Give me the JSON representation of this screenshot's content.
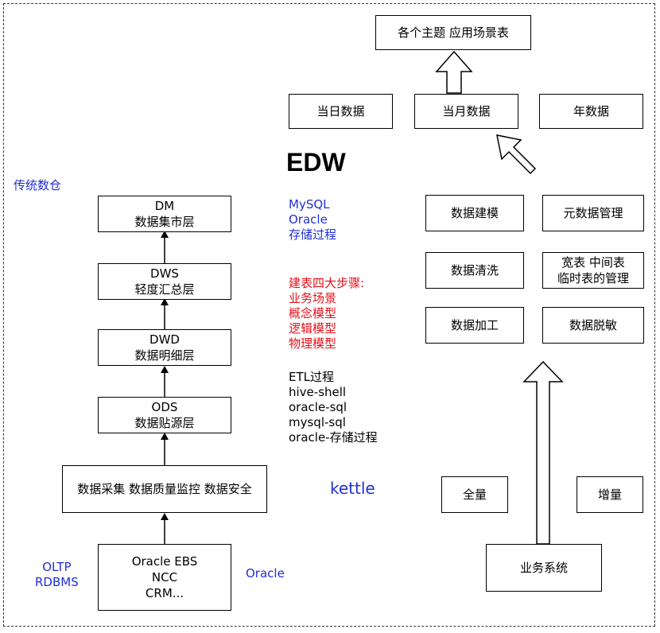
{
  "left": {
    "title": "传统数仓",
    "layers": [
      {
        "line1": "DM",
        "line2": "数据集市层"
      },
      {
        "line1": "DWS",
        "line2": "轻度汇总层"
      },
      {
        "line1": "DWD",
        "line2": "数据明细层"
      },
      {
        "line1": "ODS",
        "line2": "数据贴源层"
      }
    ],
    "collect": "数据采集 数据质量监控 数据安全",
    "source": [
      "Oracle EBS",
      "NCC",
      "CRM..."
    ],
    "source_label_left": [
      "OLTP",
      "RDBMS"
    ],
    "source_label_right": "Oracle"
  },
  "middle": {
    "edw": "EDW",
    "db_list": [
      "MySQL",
      "Oracle",
      "存储过程"
    ],
    "steps": [
      "建表四大步骤:",
      "业务场景",
      "概念模型",
      "逻辑模型",
      "物理模型"
    ],
    "etl": [
      "ETL过程",
      "hive-shell",
      "oracle-sql",
      "mysql-sql",
      "oracle-存储过程"
    ],
    "kettle": "kettle"
  },
  "right": {
    "top": "各个主题 应用场景表",
    "periods": [
      "当日数据",
      "当月数据",
      "年数据"
    ],
    "ops": [
      [
        "数据建模",
        "元数据管理"
      ],
      [
        "数据清洗",
        "宽表 中间表\n临时表的管理"
      ],
      [
        "数据加工",
        "数据脱敏"
      ]
    ],
    "load": [
      "全量",
      "增量"
    ],
    "system": "业务系统"
  }
}
